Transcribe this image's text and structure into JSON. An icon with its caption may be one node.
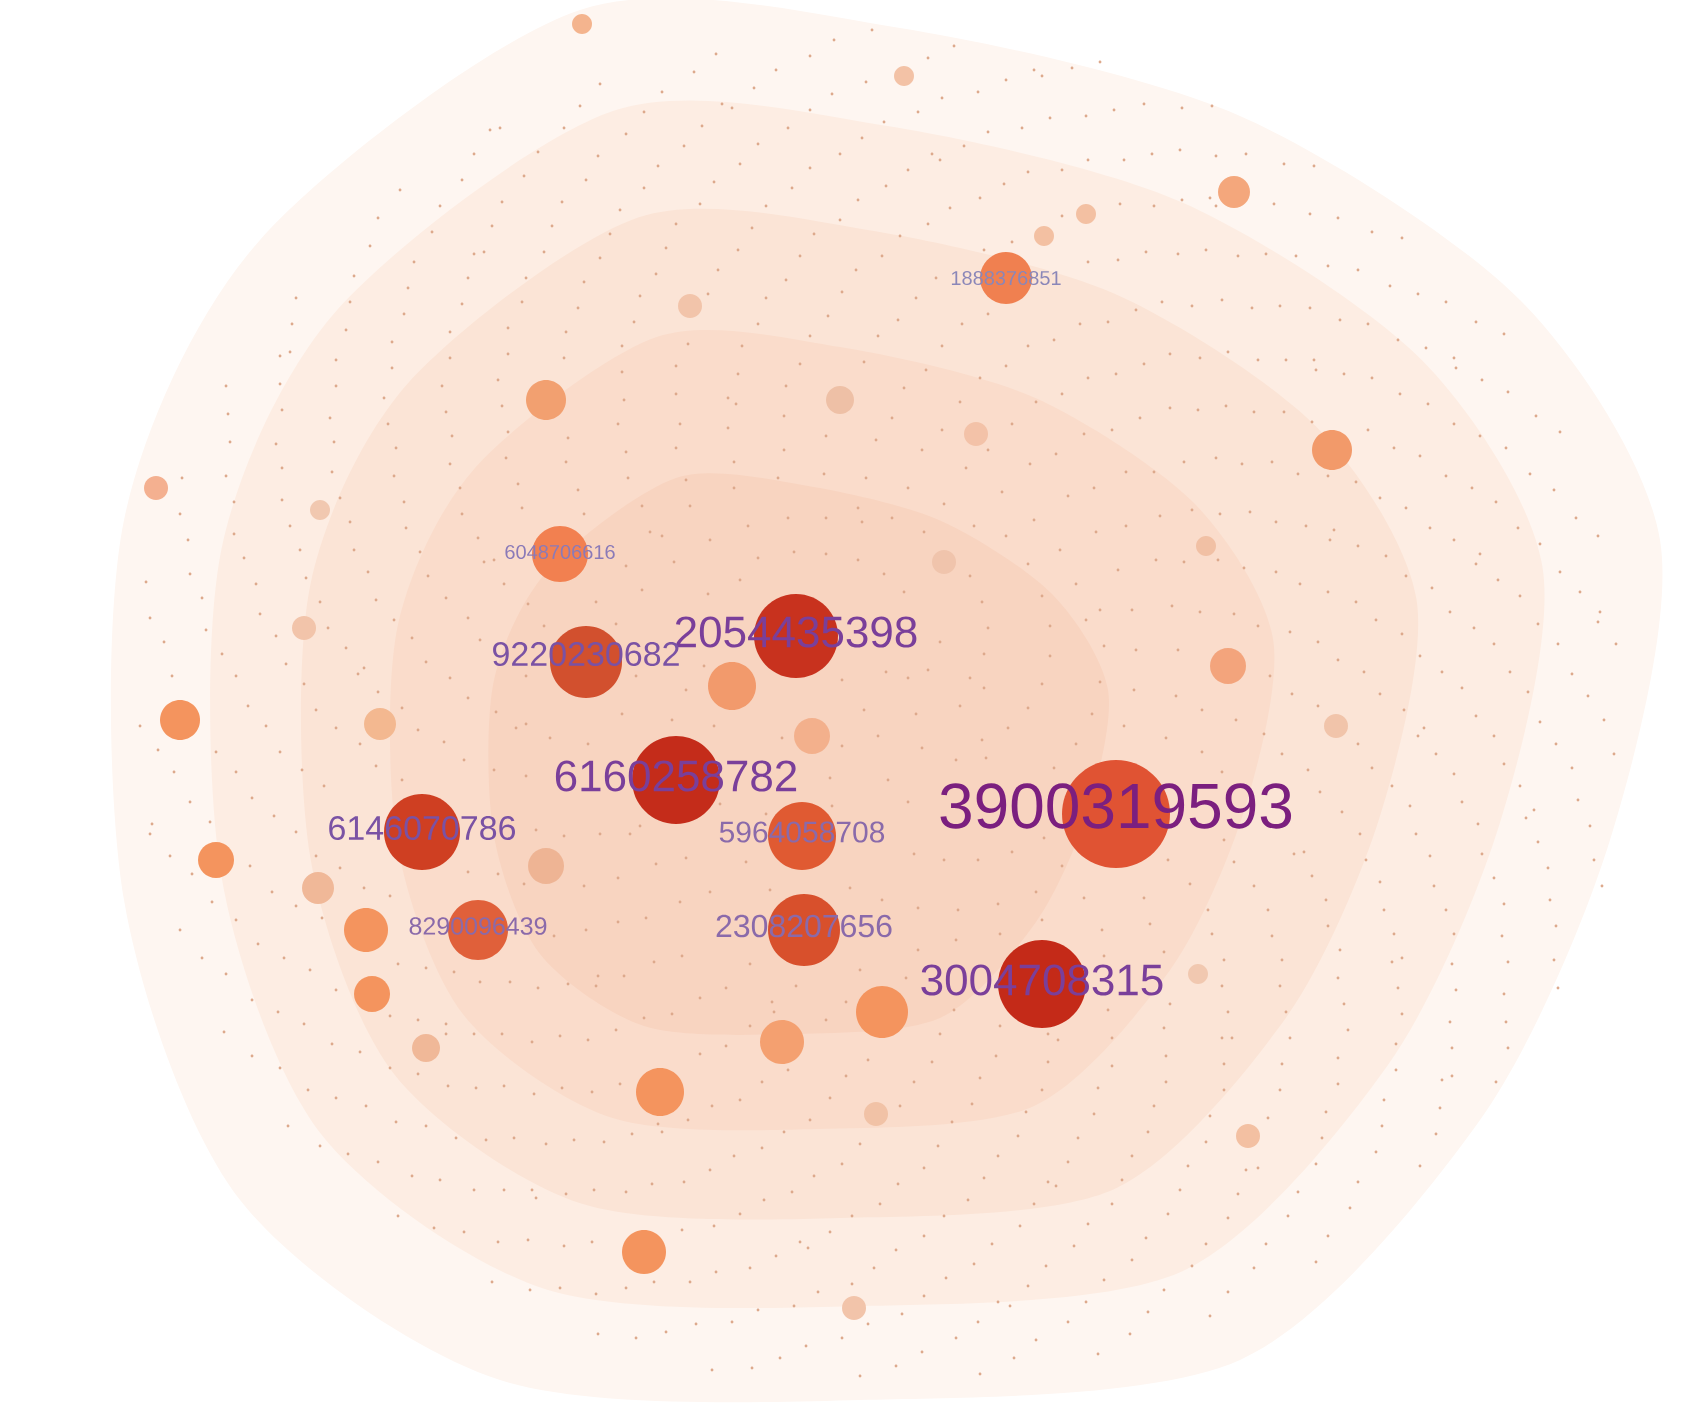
{
  "diagram": {
    "nodes": [
      {
        "text": [],
        "shape": "circle"
      },
      {
        "text": [],
        "shape": "circle"
      },
      {
        "text": [],
        "shape": "circle"
      },
      {
        "text": [],
        "shape": "circle"
      },
      {
        "text": [],
        "shape": "circle"
      },
      {
        "text": [],
        "shape": "circle"
      },
      {
        "text": [],
        "shape": "circle"
      },
      {
        "text": [],
        "shape": "circle"
      },
      {
        "text": [],
        "shape": "circle"
      },
      {
        "text": [],
        "shape": "circle"
      },
      {
        "text": [],
        "shape": "circle"
      },
      {
        "text": [],
        "shape": "circle"
      },
      {
        "text": [],
        "shape": "circle"
      },
      {
        "text": [],
        "shape": "circle"
      },
      {
        "text": [],
        "shape": "circle"
      },
      {
        "text": [],
        "shape": "circle"
      },
      {
        "text": [],
        "shape": "circle"
      },
      {
        "text": [],
        "shape": "circle"
      },
      {
        "text": [],
        "shape": "circle"
      },
      {
        "text": [],
        "shape": "circle"
      },
      {
        "text": [],
        "shape": "circle"
      },
      {
        "text": [],
        "shape": "circle"
      },
      {
        "text": [],
        "shape": "circle"
      },
      {
        "text": [],
        "shape": "circle"
      },
      {
        "text": [],
        "shape": "circle"
      },
      {
        "text": [],
        "shape": "circle"
      },
      {
        "text": [],
        "shape": "circle"
      },
      {
        "text": [],
        "shape": "circle"
      },
      {
        "text": [],
        "shape": "circle"
      },
      {
        "text": [],
        "shape": "circle"
      },
      {
        "text": [],
        "shape": "circle"
      },
      {
        "text": [],
        "shape": "circle"
      },
      {
        "text": [],
        "shape": "circle"
      },
      {
        "text": [],
        "shape": "circle"
      },
      {
        "text": [],
        "shape": "circle"
      },
      {
        "text": [
          "1888376851"
        ]
      },
      {
        "text": [
          "6048706616"
        ]
      },
      {
        "text": [
          "2054435398"
        ]
      },
      {
        "text": [
          "9220230682"
        ]
      },
      {
        "text": [
          "6160258782"
        ]
      },
      {
        "text": [
          "6146070786"
        ]
      },
      {
        "text": [
          "5964058708"
        ]
      },
      {
        "text": [
          "3900319593"
        ]
      },
      {
        "text": [
          "2308207656"
        ]
      },
      {
        "text": [
          "8290096439"
        ]
      },
      {
        "text": [
          "3004708315"
        ]
      }
    ]
  }
}
